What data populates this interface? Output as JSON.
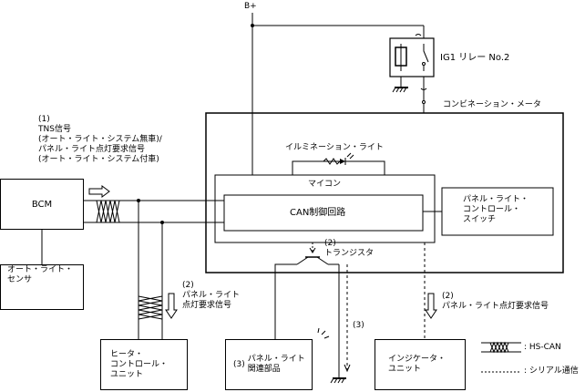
{
  "power": {
    "bplus": "B+"
  },
  "relay": {
    "label": "IG1 リレー No.2"
  },
  "meter": {
    "title": "コンビネーション・メータ",
    "illumination": "イルミネーション・ライト",
    "mcu": "マイコン",
    "can_circuit": "CAN制御回路",
    "panel_switch": [
      "パネル・ライト・",
      "コントロール・",
      "スイッチ"
    ],
    "transistor_num": "(2)",
    "transistor": "トランジスタ"
  },
  "bcm": {
    "label": "BCM"
  },
  "auto_light_sensor": {
    "lines": [
      "オート・ライト・",
      "センサ"
    ]
  },
  "tns_signal": {
    "lines": [
      "(1)",
      "TNS信号",
      "(オート・ライト・システム無車)/",
      "パネル・ライト点灯要求信号",
      "(オート・ライト・システム付車)"
    ]
  },
  "heater_signal": {
    "lines": [
      "(2)",
      "パネル・ライト",
      "点灯要求信号"
    ]
  },
  "indicator_signal": {
    "lines": [
      "(2)",
      "パネル・ライト点灯要求信号"
    ]
  },
  "label_3": "(3)",
  "heater_unit": {
    "lines": [
      "ヒータ・",
      "コントロール・",
      "ユニット"
    ]
  },
  "panel_parts": {
    "num": "(3)",
    "lines": [
      "パネル・ライト",
      "関連部品"
    ]
  },
  "indicator_unit": {
    "lines": [
      "インジケータ・",
      "ユニット"
    ]
  },
  "legend": {
    "hs_can": ": HS-CAN",
    "serial": ": シリアル通信"
  }
}
